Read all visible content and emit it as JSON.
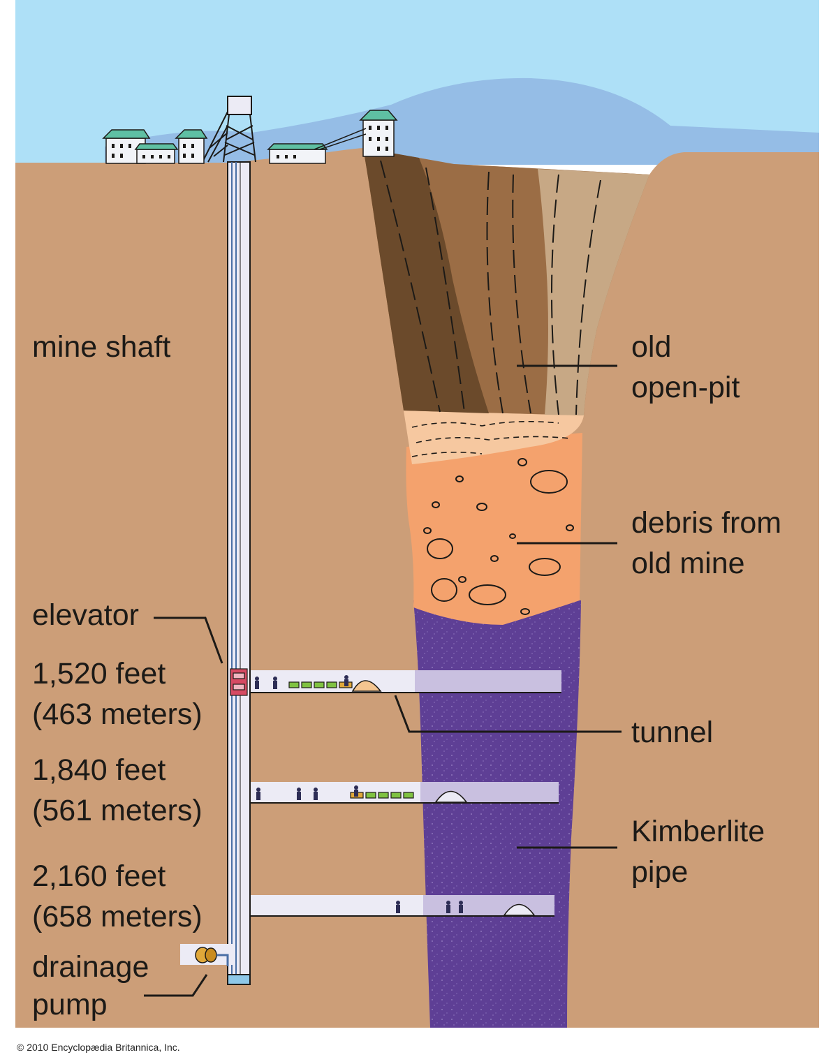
{
  "labels": {
    "mine_shaft": "mine shaft",
    "old_open_pit_line1": "old",
    "old_open_pit_line2": "open-pit",
    "debris_line1": "debris from",
    "debris_line2": "old mine",
    "elevator": "elevator",
    "tunnel": "tunnel",
    "kimberlite_line1": "Kimberlite",
    "kimberlite_line2": "pipe",
    "level1_feet": "1,520 feet",
    "level1_meters": "(463 meters)",
    "level2_feet": "1,840 feet",
    "level2_meters": "(561 meters)",
    "level3_feet": "2,160 feet",
    "level3_meters": "(658 meters)",
    "drainage_line1": "drainage",
    "drainage_line2": "pump"
  },
  "copyright": "© 2010 Encyclopædia Britannica, Inc.",
  "colors": {
    "sky": "#aee0f7",
    "mountain": "#95bde6",
    "earth": "#cc9e78",
    "pit_dark": "#6b4a2b",
    "pit_mid": "#9b6d45",
    "pit_light": "#c7a885",
    "debris_top": "#f6c8a0",
    "debris": "#f4a26d",
    "kimberlite": "#5e3f95",
    "tunnel": "#ecebf5",
    "buildings_roof": "#5fc0a3"
  }
}
